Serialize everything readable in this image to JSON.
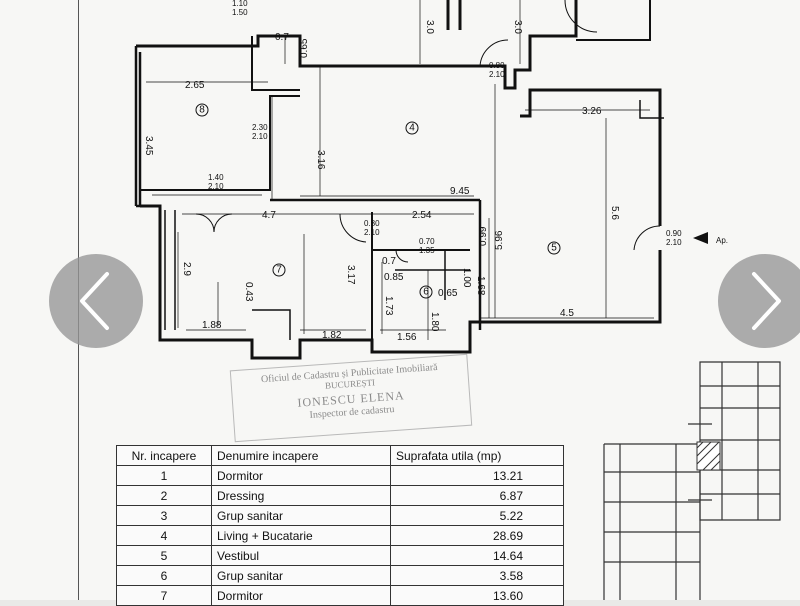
{
  "plan": {
    "room_numbers": [
      "8",
      "4",
      "5",
      "7",
      "6"
    ],
    "dimensions": {
      "top_a": "1.10\n1.50",
      "top_b": "0.7",
      "top_c": "0.65",
      "top_d": "3.0",
      "top_e": "3.0",
      "door_top": "0.80\n2.10",
      "w265": "2.65",
      "h345": "3.45",
      "d230": "2.30\n2.10",
      "h316": "3.16",
      "w326": "3.26",
      "w945": "9.45",
      "h56": "5.6",
      "d140": "1.40\n2.10",
      "w47": "4.7",
      "w254": "2.54",
      "d080b": "0.80\n2.10",
      "h099": "0.99",
      "h596": "5.96",
      "entry": "0.90\n2.10",
      "ap": "Ap.",
      "d070": "0.70\n1.35",
      "w07": "0.7",
      "w085": "0.85",
      "h100": "1.00",
      "w065": "0.65",
      "h29": "2.9",
      "h317": "3.17",
      "h043": "0.43",
      "h173": "1.73",
      "h180": "1.80",
      "h168": "1.68",
      "w45": "4.5",
      "w188": "1.88",
      "w182": "1.82",
      "w156": "1.56"
    }
  },
  "stamp": {
    "line1": "Oficiul de Cadastru și Publicitate Imobiliară",
    "line2": "BUCUREȘTI",
    "line3": "IONESCU ELENA",
    "line4": "Inspector de cadastru"
  },
  "table": {
    "headers": [
      "Nr. incapere",
      "Denumire incapere",
      "Suprafata utila (mp)"
    ],
    "rows": [
      {
        "nr": "1",
        "name": "Dormitor",
        "area": "13.21"
      },
      {
        "nr": "2",
        "name": "Dressing",
        "area": "6.87"
      },
      {
        "nr": "3",
        "name": "Grup sanitar",
        "area": "5.22"
      },
      {
        "nr": "4",
        "name": "Living + Bucatarie",
        "area": "28.69"
      },
      {
        "nr": "5",
        "name": "Vestibul",
        "area": "14.64"
      },
      {
        "nr": "6",
        "name": "Grup sanitar",
        "area": "3.58"
      },
      {
        "nr": "7",
        "name": "Dormitor",
        "area": "13.60"
      }
    ]
  },
  "carousel": {
    "prev_icon": "chevron-left-icon",
    "next_icon": "chevron-right-icon"
  },
  "colors": {
    "ink": "#111111",
    "nav_bg": "#969696"
  }
}
